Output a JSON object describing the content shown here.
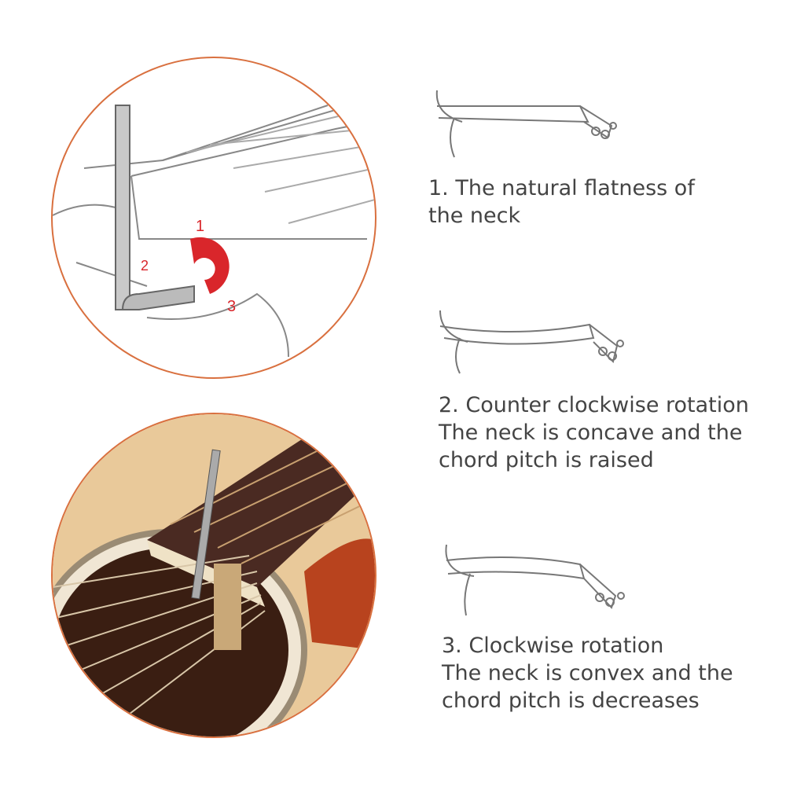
{
  "steps": [
    {
      "lines": [
        "1. The natural flatness of",
        "the neck"
      ]
    },
    {
      "lines": [
        "2. Counter clockwise rotation",
        "The neck is concave and the",
        "chord pitch is raised"
      ]
    },
    {
      "lines": [
        "3. Clockwise rotation",
        "The neck is convex and the",
        "chord pitch is decreases"
      ]
    }
  ],
  "dial_labels": [
    "1",
    "2",
    "3"
  ],
  "colors": {
    "circle_border": "#d9703f",
    "text": "#444444",
    "dial_red": "#d9262b"
  }
}
